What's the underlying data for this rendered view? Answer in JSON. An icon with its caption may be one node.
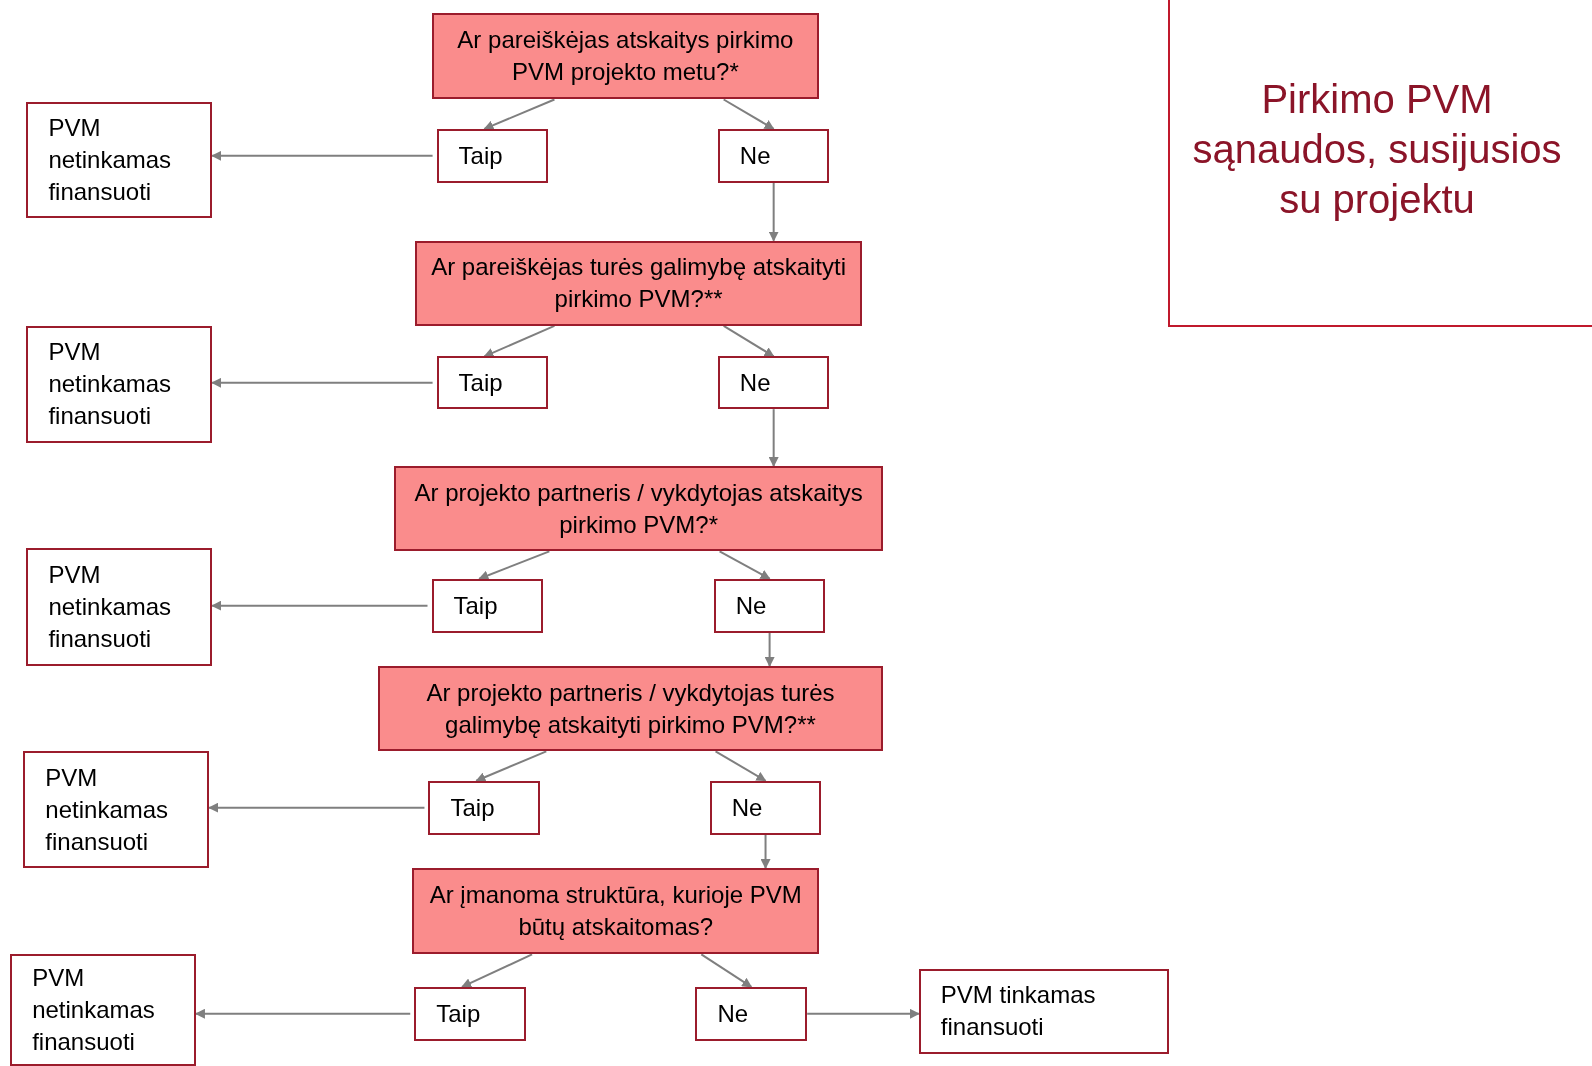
{
  "diagram": {
    "title": "Pirkimo PVM sąnaudos, susijusios su projektu",
    "nodes": [
      {
        "text": [
          "Ar pareiškėjas atskaitys pirkimo PVM projekto metu?*"
        ]
      },
      {
        "text": [
          "PVM netinkamas finansuoti"
        ]
      },
      {
        "text": [
          "Taip"
        ]
      },
      {
        "text": [
          "Ne"
        ]
      },
      {
        "text": [
          "Ar pareiškėjas turės galimybę atskaityti pirkimo PVM?**"
        ]
      },
      {
        "text": [
          "PVM netinkamas finansuoti"
        ]
      },
      {
        "text": [
          "Taip"
        ]
      },
      {
        "text": [
          "Ne"
        ]
      },
      {
        "text": [
          "Ar projekto partneris / vykdytojas atskaitys pirkimo PVM?*"
        ]
      },
      {
        "text": [
          "PVM netinkamas finansuoti"
        ]
      },
      {
        "text": [
          "Taip"
        ]
      },
      {
        "text": [
          "Ne"
        ]
      },
      {
        "text": [
          "Ar projekto partneris / vykdytojas turės galimybę atskaityti pirkimo PVM?**"
        ]
      },
      {
        "text": [
          "PVM netinkamas finansuoti"
        ]
      },
      {
        "text": [
          "Taip"
        ]
      },
      {
        "text": [
          "Ne"
        ]
      },
      {
        "text": [
          "Ar įmanoma struktūra, kurioje PVM būtų atskaitomas?"
        ]
      },
      {
        "text": [
          "PVM netinkamas finansuoti"
        ]
      },
      {
        "text": [
          "Taip"
        ]
      },
      {
        "text": [
          "Ne"
        ]
      },
      {
        "text": [
          "PVM tinkamas finansuoti"
        ]
      }
    ],
    "edges": [
      {
        "from": 0,
        "to": 2,
        "arrow": "to"
      },
      {
        "from": 0,
        "to": 3,
        "arrow": "to"
      },
      {
        "from": 2,
        "to": 1,
        "arrow": "to"
      },
      {
        "from": 3,
        "to": 4,
        "arrow": "to"
      },
      {
        "from": 4,
        "to": 6,
        "arrow": "to"
      },
      {
        "from": 4,
        "to": 7,
        "arrow": "to"
      },
      {
        "from": 6,
        "to": 5,
        "arrow": "to"
      },
      {
        "from": 7,
        "to": 8,
        "arrow": "to"
      },
      {
        "from": 8,
        "to": 10,
        "arrow": "to"
      },
      {
        "from": 8,
        "to": 11,
        "arrow": "to"
      },
      {
        "from": 10,
        "to": 9,
        "arrow": "to"
      },
      {
        "from": 11,
        "to": 12,
        "arrow": "to"
      },
      {
        "from": 12,
        "to": 14,
        "arrow": "to"
      },
      {
        "from": 12,
        "to": 15,
        "arrow": "to"
      },
      {
        "from": 14,
        "to": 13,
        "arrow": "to"
      },
      {
        "from": 15,
        "to": 16,
        "arrow": "to"
      },
      {
        "from": 16,
        "to": 18,
        "arrow": "to"
      },
      {
        "from": 16,
        "to": 19,
        "arrow": "to"
      },
      {
        "from": 18,
        "to": 17,
        "arrow": "to"
      },
      {
        "from": 19,
        "to": 20,
        "arrow": "to"
      }
    ]
  }
}
